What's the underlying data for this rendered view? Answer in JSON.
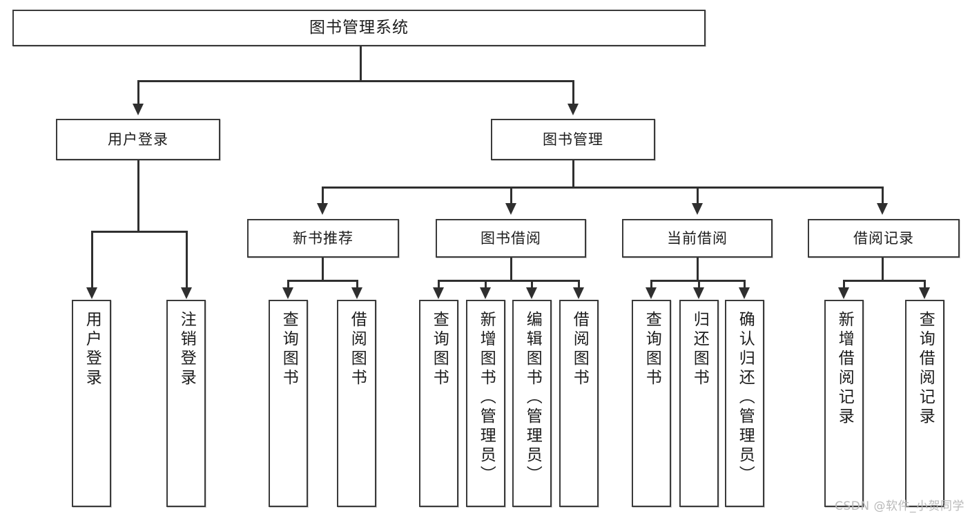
{
  "diagram": {
    "type": "tree-hierarchy",
    "title": "图书管理系统",
    "watermark": "CSDN @软件_小贺同学",
    "levels": 4,
    "root": {
      "label": "图书管理系统"
    },
    "level2": [
      {
        "label": "用户登录"
      },
      {
        "label": "图书管理"
      }
    ],
    "level3": [
      {
        "label": "新书推荐"
      },
      {
        "label": "图书借阅"
      },
      {
        "label": "当前借阅"
      },
      {
        "label": "借阅记录"
      }
    ],
    "leaves": {
      "user_login": [
        {
          "label": "用户登录"
        },
        {
          "label": "注销登录"
        }
      ],
      "new_book": [
        {
          "label": "查询图书"
        },
        {
          "label": "借阅图书"
        }
      ],
      "borrow": [
        {
          "label": "查询图书"
        },
        {
          "label": "新增图书（管理员）"
        },
        {
          "label": "编辑图书（管理员）"
        },
        {
          "label": "借阅图书"
        }
      ],
      "current": [
        {
          "label": "查询图书"
        },
        {
          "label": "归还图书"
        },
        {
          "label": "确认归还（管理员）"
        }
      ],
      "record": [
        {
          "label": "新增借阅记录"
        },
        {
          "label": "查询借阅记录"
        }
      ]
    }
  },
  "colors": {
    "border": "#3a3a3a",
    "line": "#2f2f2f",
    "text": "#1c1c1c",
    "background": "#ffffff",
    "watermark": "#b9b9b9"
  }
}
